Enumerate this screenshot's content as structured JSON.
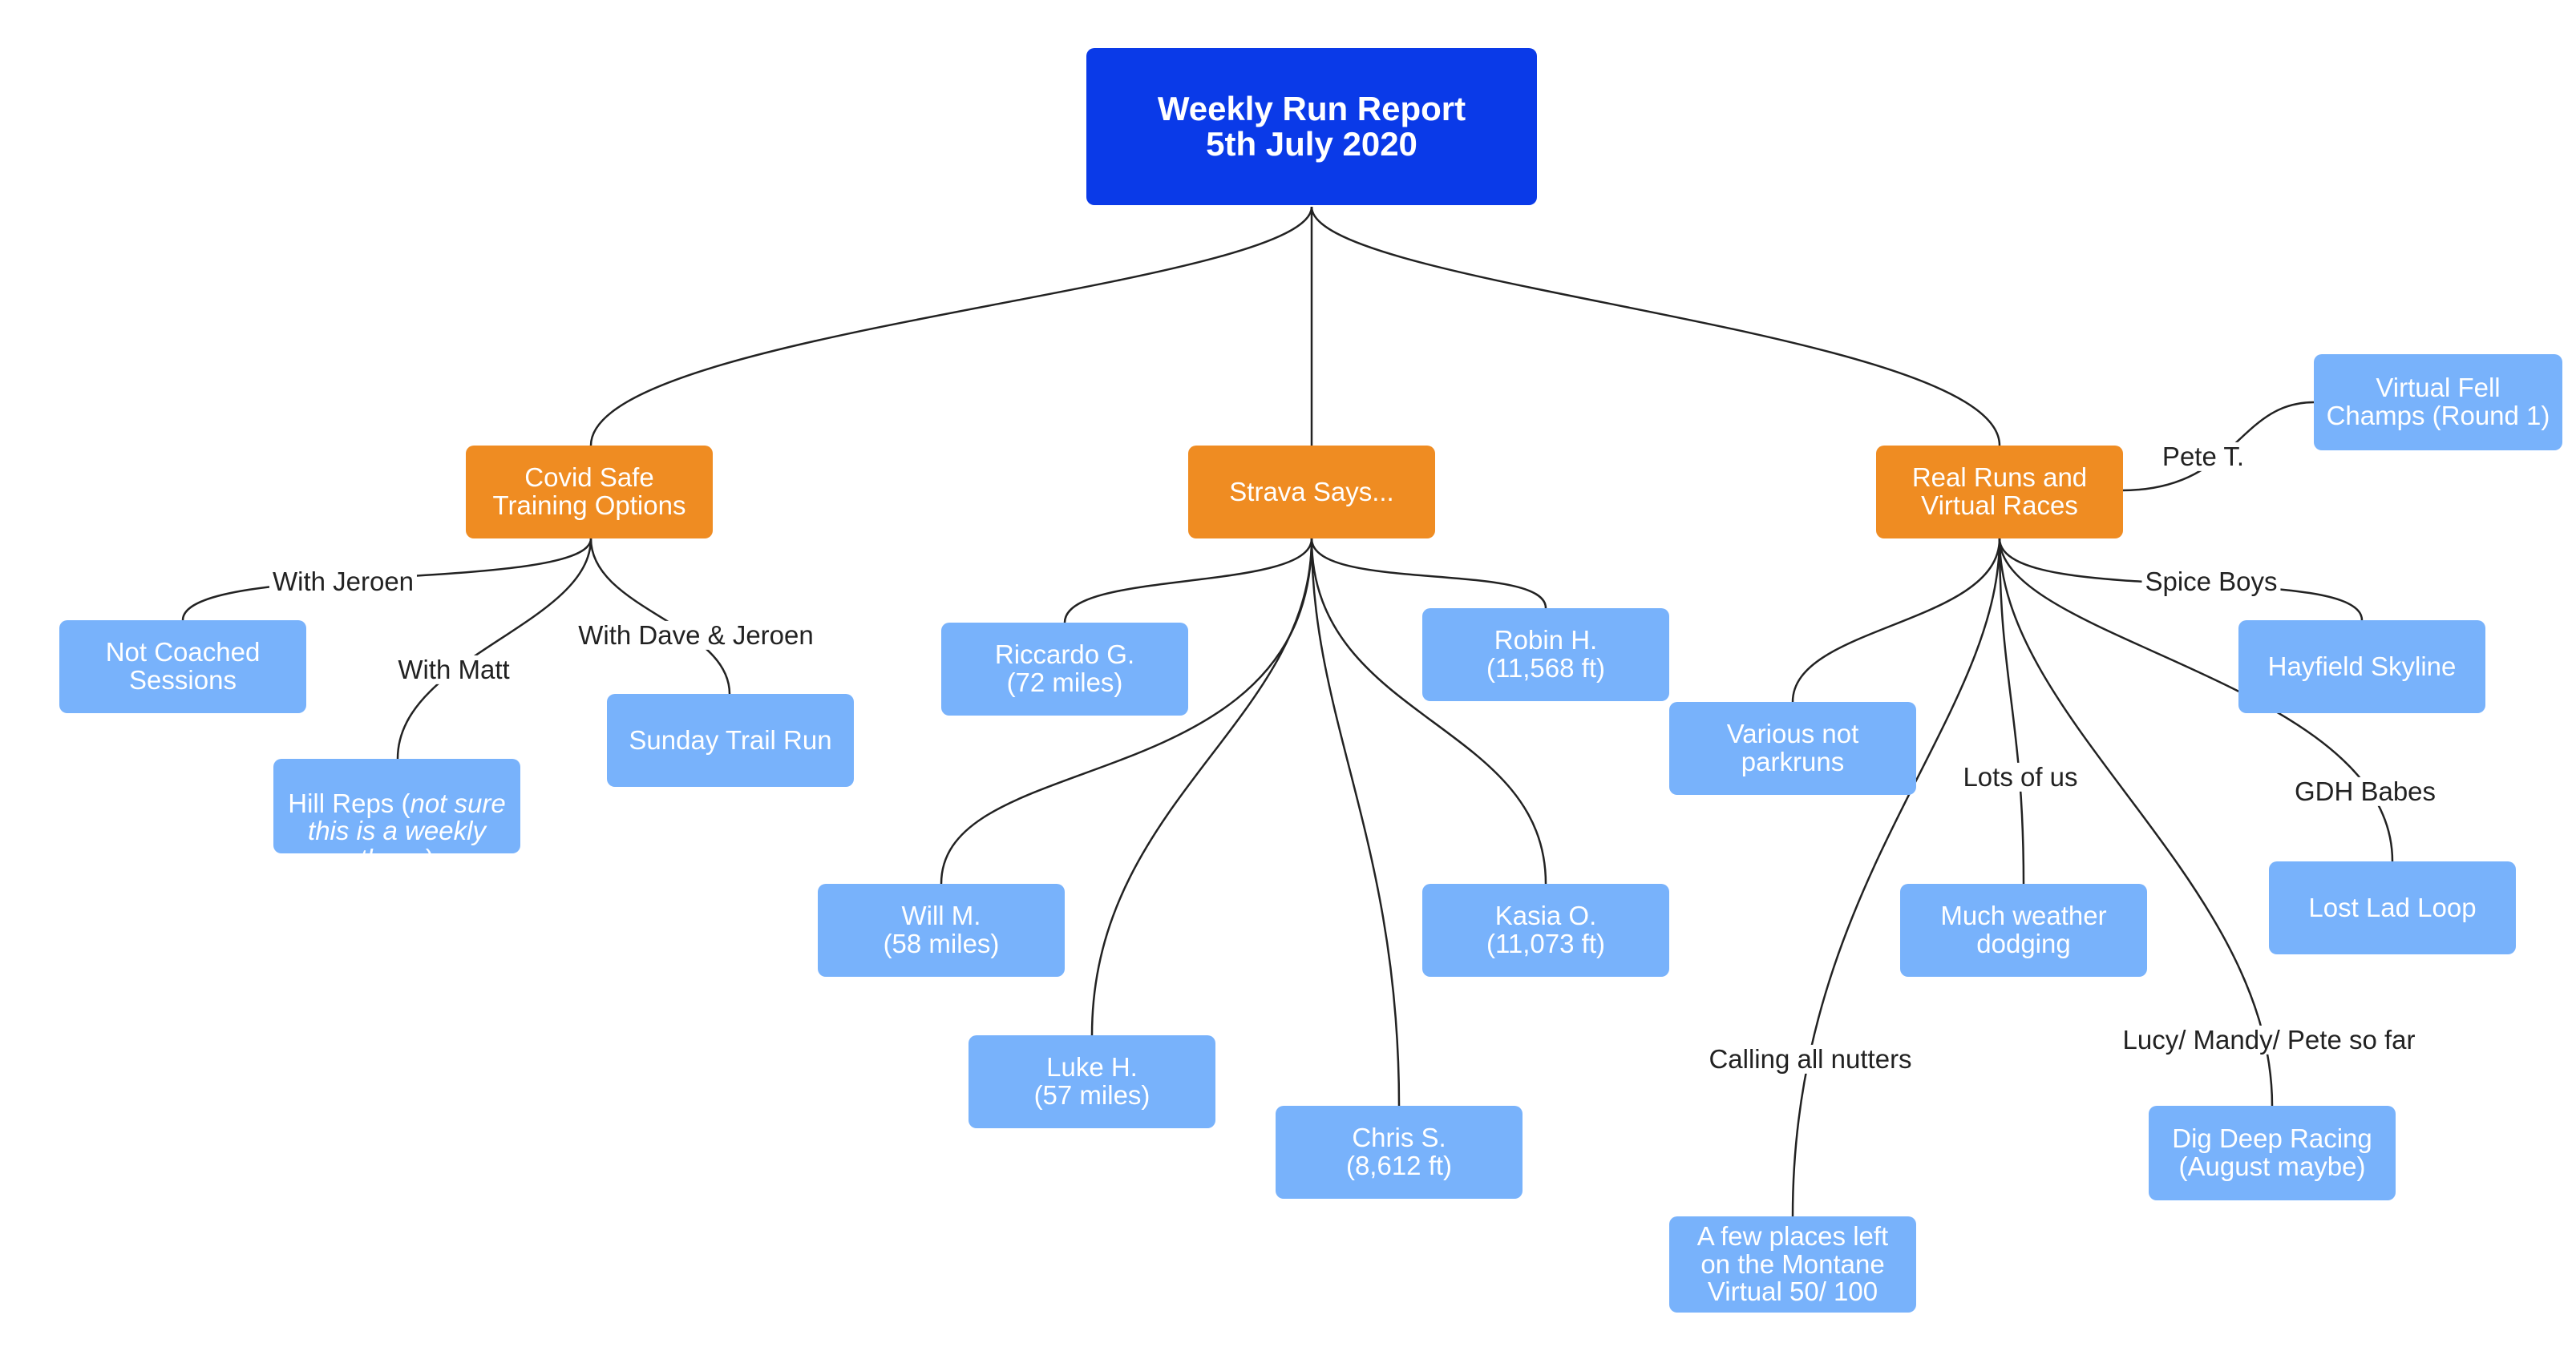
{
  "colors": {
    "root": "#0a3ae8",
    "category": "#ef8c22",
    "leaf": "#78b2fb",
    "line": "#222222",
    "background": "#ffffff"
  },
  "root": {
    "line1": "Weekly Run Report",
    "line2": "5th July 2020"
  },
  "categories": {
    "covid": "Covid Safe\nTraining Options",
    "strava": "Strava Says...",
    "real": "Real Runs and\nVirtual Races"
  },
  "covid": {
    "not_coached": "Not Coached\nSessions",
    "hill_reps_a": "Hill Reps (",
    "hill_reps_b": "not sure this is a weekly thang",
    "hill_reps_c": ")",
    "sunday_trail": "Sunday Trail Run",
    "label_jeroen": "With Jeroen",
    "label_matt": "With Matt",
    "label_dave": "With Dave & Jeroen"
  },
  "strava": {
    "riccardo": "Riccardo G.\n(72 miles)",
    "robin": "Robin H.\n(11,568 ft)",
    "will": "Will M.\n(58 miles)",
    "kasia": "Kasia O.\n(11,073 ft)",
    "luke": "Luke H.\n(57 miles)",
    "chris": "Chris S.\n(8,612 ft)"
  },
  "real": {
    "fell": "Virtual Fell\nChamps (Round 1)",
    "hayfield": "Hayfield Skyline",
    "parkruns": "Various not\nparkruns",
    "weather": "Much weather\ndodging",
    "lost_lad": "Lost Lad Loop",
    "dig_deep": "Dig Deep Racing\n(August maybe)",
    "montane": "A few places left\non the Montane\nVirtual 50/ 100",
    "label_pete": "Pete T.",
    "label_spice": "Spice Boys",
    "label_lots": "Lots of us",
    "label_gdh": "GDH Babes",
    "label_nutters": "Calling all nutters",
    "label_lucy": "Lucy/ Mandy/ Pete so far"
  }
}
